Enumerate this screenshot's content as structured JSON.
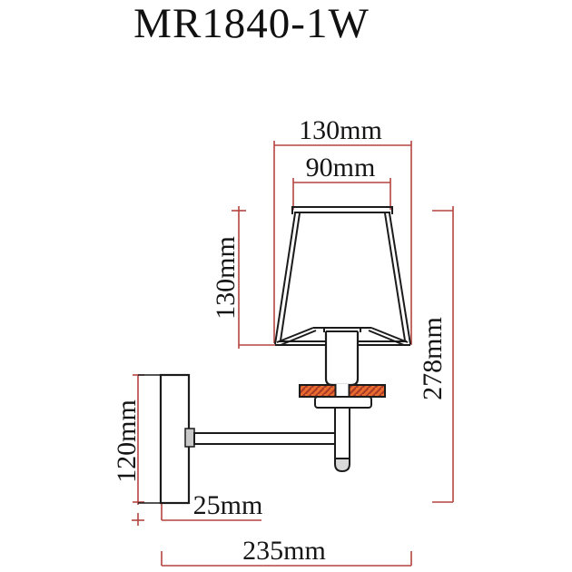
{
  "title": "MR1840-1W",
  "drawing": {
    "dim_shade_top_width": "130mm",
    "dim_shade_opening_width": "90mm",
    "dim_shade_height": "130mm",
    "dim_total_height": "278mm",
    "dim_backplate_height": "120mm",
    "dim_backplate_depth": "25mm",
    "dim_total_projection": "235mm"
  },
  "colors": {
    "outline": "#1b1b1b",
    "dimension_line": "#b64440",
    "wood_fill": "#e96c2e",
    "wood_hatch": "#a83b28",
    "metal_fill": "#c9c9c9",
    "background": "#ffffff"
  }
}
